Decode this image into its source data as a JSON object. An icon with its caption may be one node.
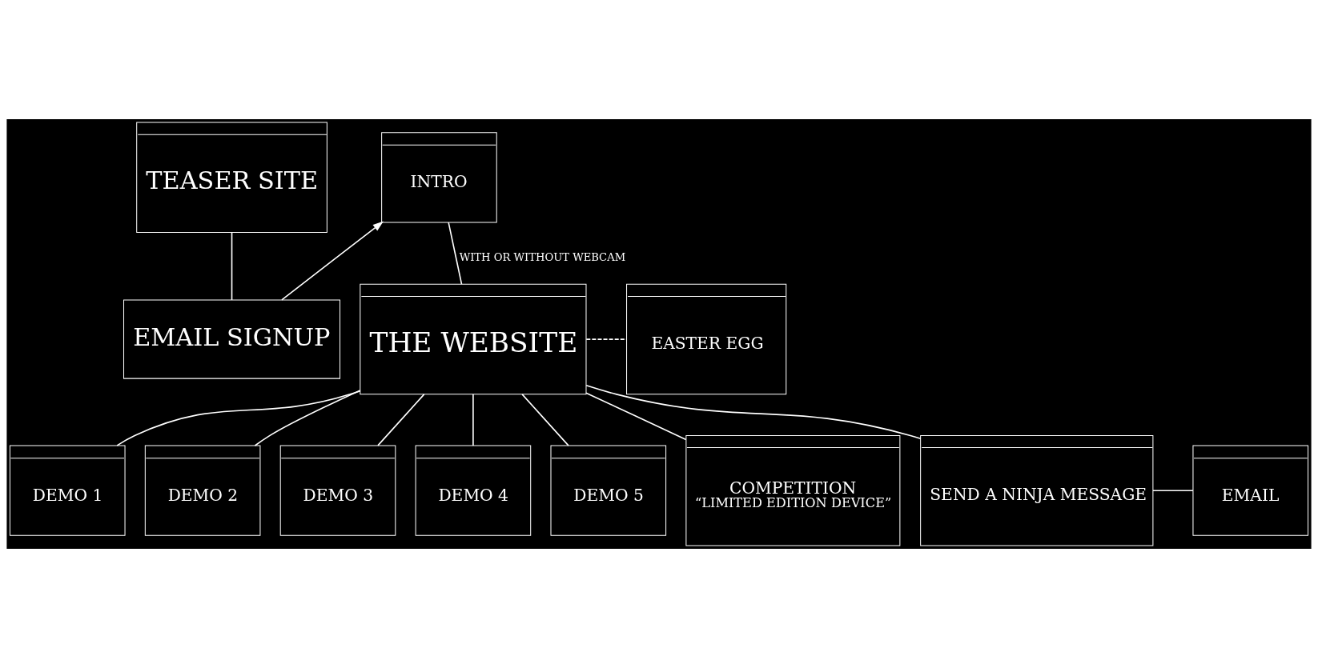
{
  "diagram": {
    "nodes": [
      {
        "text": [
          "TEASER SITE"
        ]
      },
      {
        "text": [
          "EMAIL SIGNUP"
        ]
      },
      {
        "text": [
          "INTRO"
        ]
      },
      {
        "text": [
          "THE WEBSITE"
        ]
      },
      {
        "text": [
          "EASTER EGG"
        ]
      },
      {
        "text": [
          "DEMO 1"
        ]
      },
      {
        "text": [
          "DEMO 2"
        ]
      },
      {
        "text": [
          "DEMO 3"
        ]
      },
      {
        "text": [
          "DEMO 4"
        ]
      },
      {
        "text": [
          "DEMO 5"
        ]
      },
      {
        "text": [
          "COMPETITION",
          "“LIMITED EDITION DEVICE”"
        ]
      },
      {
        "text": [
          "SEND A NINJA MESSAGE"
        ]
      },
      {
        "text": [
          "EMAIL"
        ]
      }
    ],
    "edges": [
      {
        "from": 0,
        "to": 1,
        "arrow": "none"
      },
      {
        "from": 1,
        "to": 2,
        "arrow": "to"
      },
      {
        "from": 2,
        "to": 3,
        "arrow": "none",
        "label": "WITH OR WITHOUT WEBCAM"
      },
      {
        "from": 3,
        "to": 4,
        "arrow": "none",
        "style": "dashed"
      },
      {
        "from": 3,
        "to": 5,
        "arrow": "none"
      },
      {
        "from": 3,
        "to": 6,
        "arrow": "none"
      },
      {
        "from": 3,
        "to": 7,
        "arrow": "none"
      },
      {
        "from": 3,
        "to": 8,
        "arrow": "none"
      },
      {
        "from": 3,
        "to": 9,
        "arrow": "none"
      },
      {
        "from": 3,
        "to": 10,
        "arrow": "none"
      },
      {
        "from": 3,
        "to": 11,
        "arrow": "none"
      },
      {
        "from": 11,
        "to": 12,
        "arrow": "none"
      }
    ]
  }
}
